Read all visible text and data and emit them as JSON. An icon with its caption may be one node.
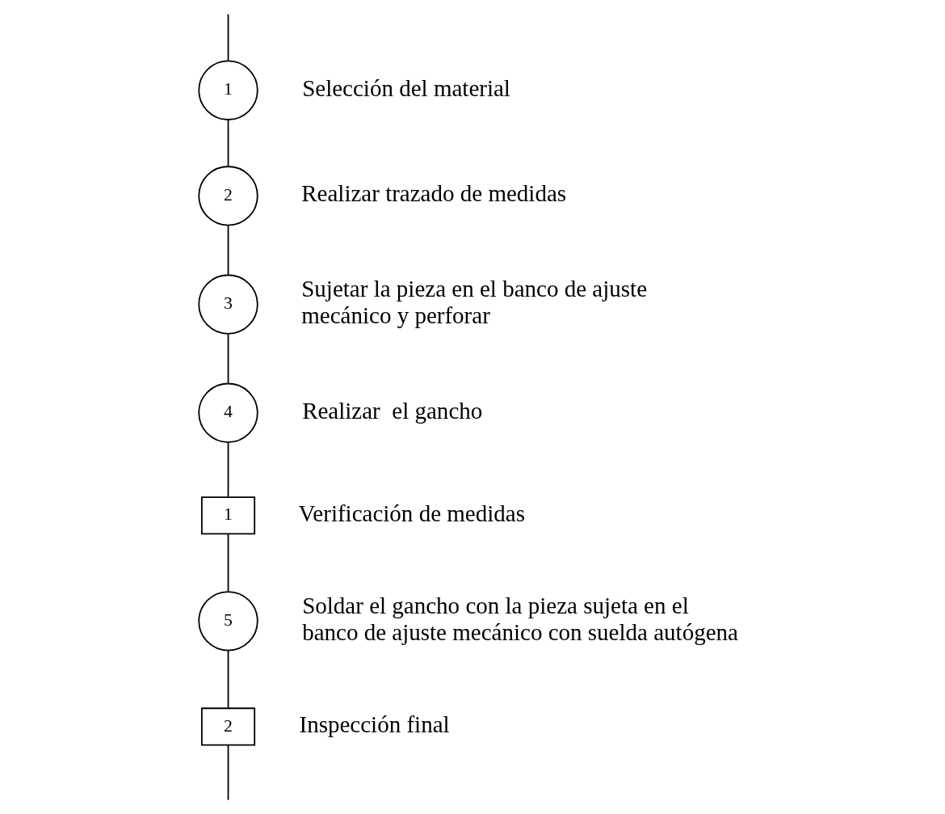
{
  "diagram": {
    "nodes": [
      {
        "text": [
          "1"
        ],
        "beside": [
          "Selección del material"
        ]
      },
      {
        "text": [
          "2"
        ],
        "beside": [
          "Realizar trazado de medidas"
        ]
      },
      {
        "text": [
          "3"
        ],
        "beside": [
          "Sujetar la pieza en el banco de ajuste mecánico y perforar"
        ]
      },
      {
        "text": [
          "4"
        ],
        "beside": [
          "Realizar  el gancho"
        ]
      },
      {
        "text": [
          "1"
        ],
        "beside": [
          "Verificación de medidas"
        ]
      },
      {
        "text": [
          "5"
        ],
        "beside": [
          "Soldar el gancho con la pieza sujeta en el banco de ajuste mecánico con suelda autógena"
        ]
      },
      {
        "text": [
          "2"
        ],
        "beside": [
          "Inspección final"
        ]
      }
    ],
    "edges": [
      {
        "from": null,
        "to": 0,
        "arrow": "none"
      },
      {
        "from": 0,
        "to": 1,
        "arrow": "none"
      },
      {
        "from": 1,
        "to": 2,
        "arrow": "none"
      },
      {
        "from": 2,
        "to": 3,
        "arrow": "none"
      },
      {
        "from": 3,
        "to": 4,
        "arrow": "none"
      },
      {
        "from": 4,
        "to": 5,
        "arrow": "none"
      },
      {
        "from": 5,
        "to": 6,
        "arrow": "none"
      },
      {
        "from": 6,
        "to": null,
        "arrow": "none"
      }
    ]
  }
}
